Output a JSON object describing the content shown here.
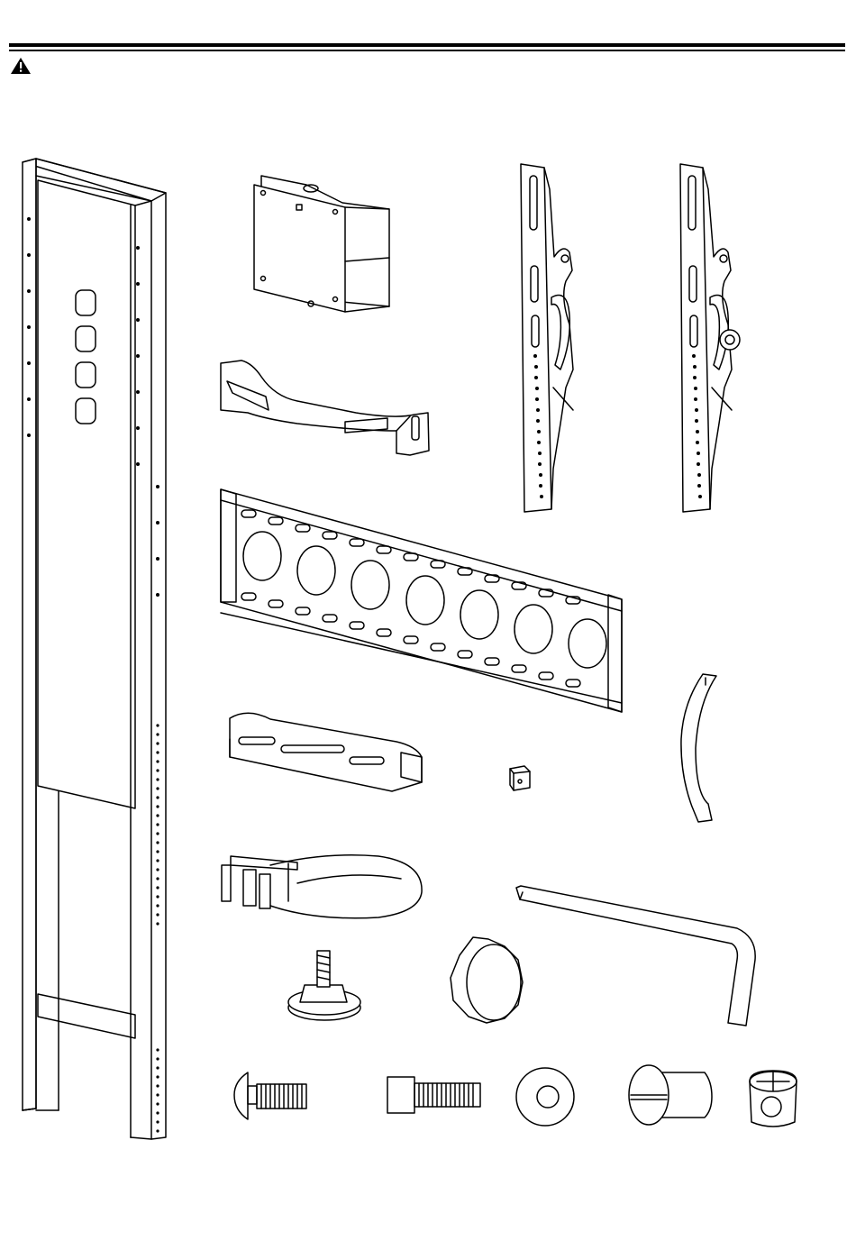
{
  "page": {
    "header_icon": "warning-triangle-icon",
    "colors": {
      "ink": "#000000",
      "paper": "#ffffff",
      "shade": "#d9d9d9"
    }
  },
  "parts": [
    {
      "icon": "upright-column"
    },
    {
      "icon": "swivel-bracket"
    },
    {
      "icon": "shelf-bracket"
    },
    {
      "icon": "tv-arm-left"
    },
    {
      "icon": "tv-arm-right"
    },
    {
      "icon": "wall-plate"
    },
    {
      "icon": "cable-clip"
    },
    {
      "icon": "square-nut"
    },
    {
      "icon": "curved-clip"
    },
    {
      "icon": "cable-strap"
    },
    {
      "icon": "allen-key"
    },
    {
      "icon": "leveling-foot"
    },
    {
      "icon": "knob"
    },
    {
      "icon": "button-head-bolt"
    },
    {
      "icon": "socket-head-bolt"
    },
    {
      "icon": "washer"
    },
    {
      "icon": "barrel-nut"
    },
    {
      "icon": "cross-dowel"
    }
  ]
}
